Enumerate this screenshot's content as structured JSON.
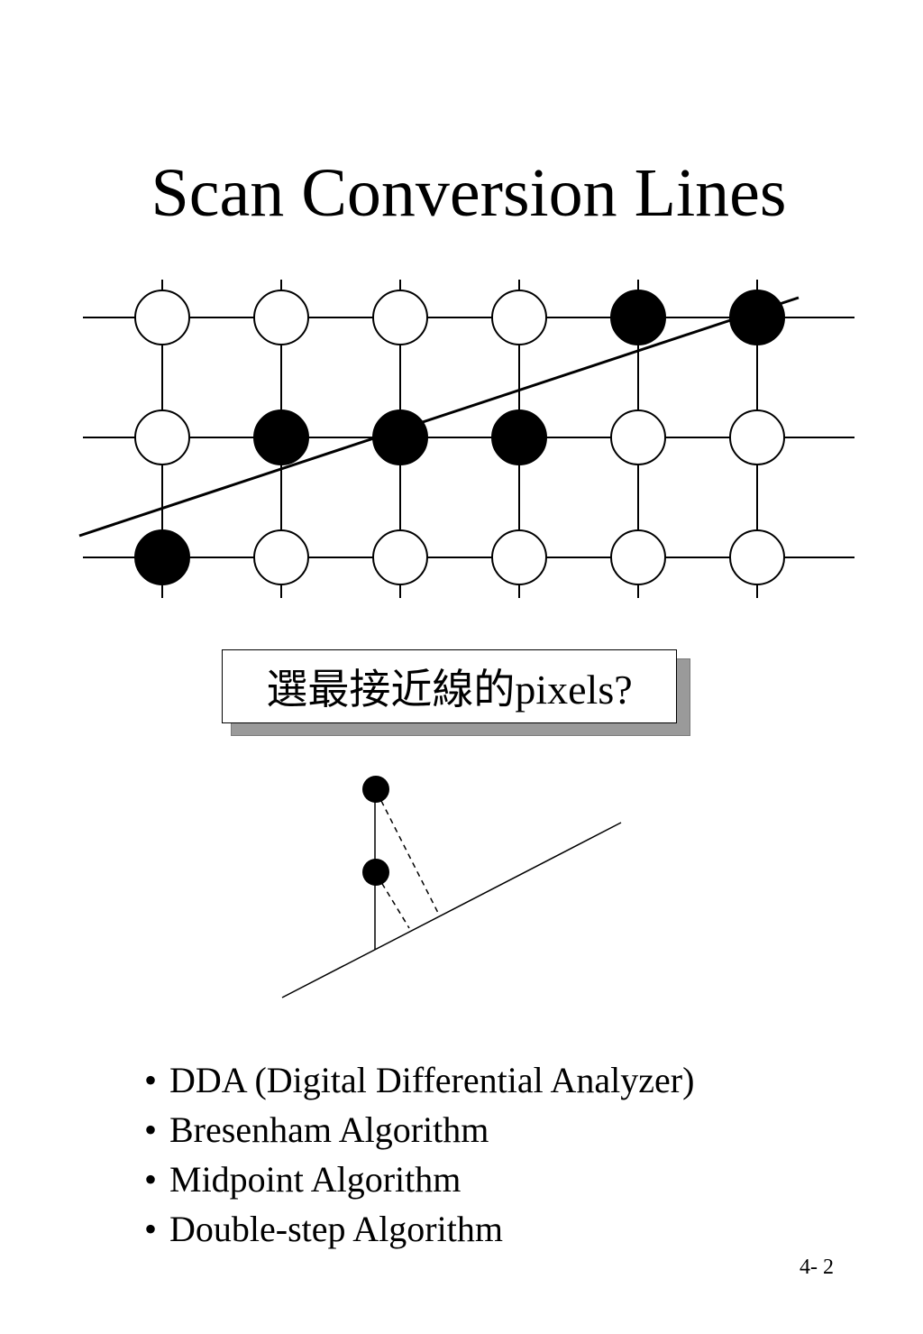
{
  "slide": {
    "title": "Scan Conversion Lines",
    "callout_text": "選最接近線的pixels?",
    "algorithms": [
      "DDA (Digital Differential Analyzer)",
      "Bresenham Algorithm",
      "Midpoint Algorithm",
      "Double-step Algorithm"
    ],
    "bullet_glyph": "•",
    "page_number": "4- 2"
  },
  "pixel_grid": {
    "columns": 6,
    "rows": 3,
    "filled_pixels": [
      {
        "col": 0,
        "row": 0
      },
      {
        "col": 1,
        "row": 1
      },
      {
        "col": 2,
        "row": 1
      },
      {
        "col": 3,
        "row": 1
      },
      {
        "col": 4,
        "row": 2
      },
      {
        "col": 5,
        "row": 2
      }
    ],
    "colors": {
      "stroke": "#000000",
      "filled": "#000000",
      "empty": "#ffffff"
    }
  },
  "distance_diagram": {
    "pixel_count": 2,
    "colors": {
      "stroke": "#000000",
      "pixel": "#000000"
    }
  }
}
